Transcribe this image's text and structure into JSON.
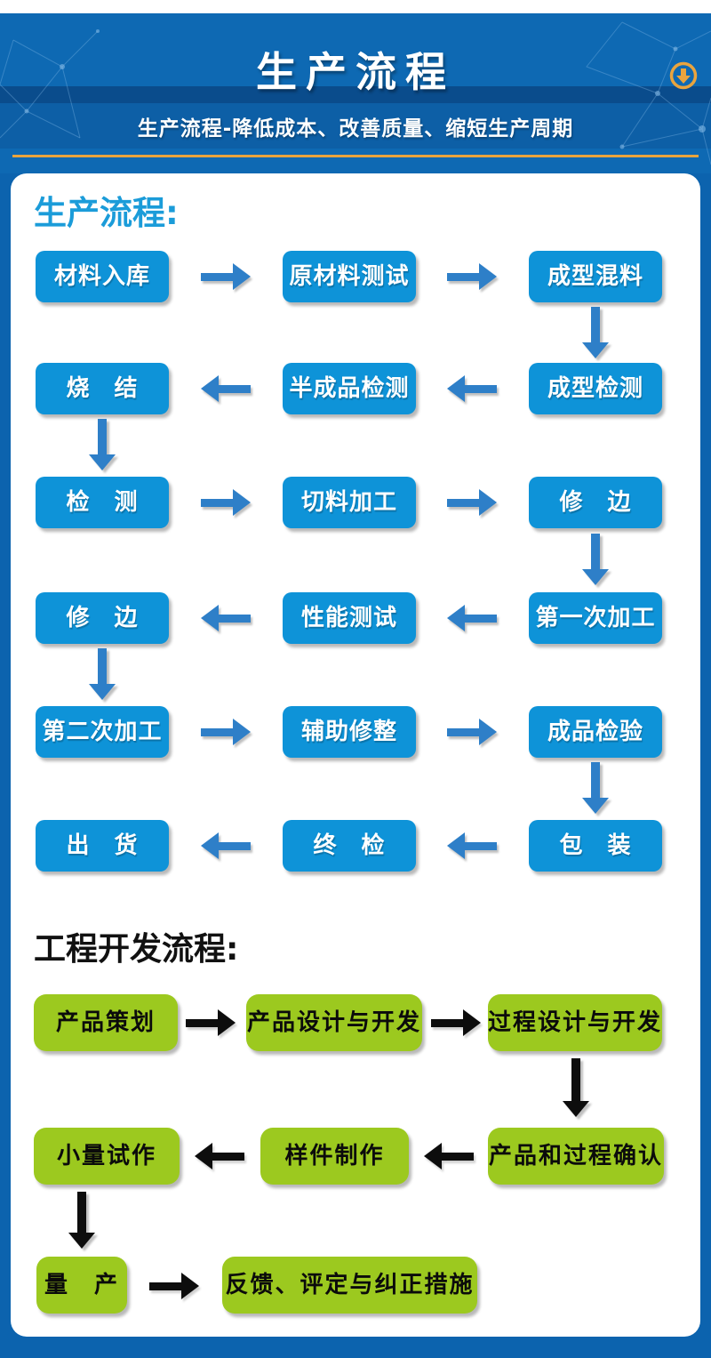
{
  "header": {
    "title": "生产流程",
    "subtitle": "生产流程-降低成本、改善质量、缩短生产周期",
    "scroll_icon": "circle-down-arrow",
    "colors": {
      "banner_bg": "#0e69b3",
      "dark_band": "#0a4c8c",
      "gold": "#e9a43e"
    }
  },
  "production_flow": {
    "heading": "生产流程:",
    "heading_color": "#1b9cd9",
    "box_color": "#0e93d8",
    "arrow_color": "#2e7fc8",
    "rows": [
      {
        "cells": [
          "材料入库",
          "原材料测试",
          "成型混料"
        ],
        "direction": "right"
      },
      {
        "cells": [
          "烧　结",
          "半成品检测",
          "成型检测"
        ],
        "direction": "left"
      },
      {
        "cells": [
          "检　测",
          "切料加工",
          "修　边"
        ],
        "direction": "right"
      },
      {
        "cells": [
          "修　边",
          "性能测试",
          "第一次加工"
        ],
        "direction": "left"
      },
      {
        "cells": [
          "第二次加工",
          "辅助修整",
          "成品检验"
        ],
        "direction": "right"
      },
      {
        "cells": [
          "出　货",
          "终　检",
          "包　装"
        ],
        "direction": "left"
      }
    ],
    "vertical_connectors": [
      "成型混料→成型检测",
      "烧结→检测",
      "修边→第一次加工",
      "修边→第二次加工",
      "成品检验→包装"
    ]
  },
  "engineering_flow": {
    "heading": "工程开发流程:",
    "box_color": "#9cc91f",
    "arrow_color": "#0d0d0d",
    "rows": [
      {
        "cells": [
          "产品策划",
          "产品设计与开发",
          "过程设计与开发"
        ],
        "direction": "right"
      },
      {
        "cells": [
          "小量试作",
          "样件制作",
          "产品和过程确认"
        ],
        "direction": "left"
      },
      {
        "cells": [
          "量　产",
          "反馈、评定与纠正措施"
        ],
        "direction": "right"
      }
    ],
    "vertical_connectors": [
      "过程设计与开发→产品和过程确认",
      "小量试作→量产"
    ]
  }
}
